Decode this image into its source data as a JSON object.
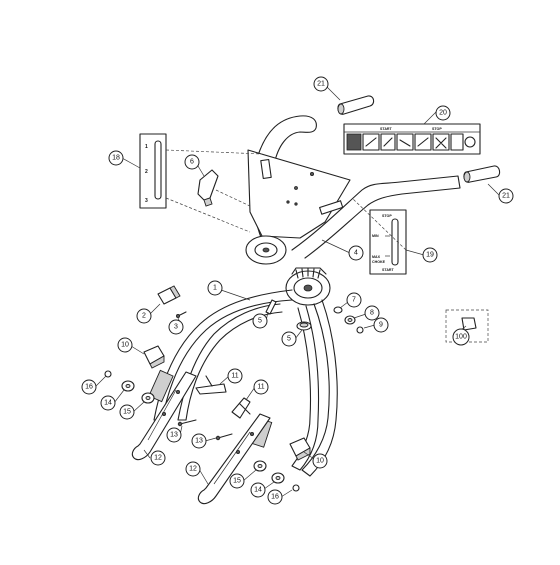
{
  "callouts": [
    {
      "id": "c-21a",
      "label": "21"
    },
    {
      "id": "c-20",
      "label": "20"
    },
    {
      "id": "c-18",
      "label": "18"
    },
    {
      "id": "c-6",
      "label": "6"
    },
    {
      "id": "c-21b",
      "label": "21"
    },
    {
      "id": "c-4",
      "label": "4"
    },
    {
      "id": "c-19",
      "label": "19"
    },
    {
      "id": "c-1",
      "label": "1"
    },
    {
      "id": "c-2",
      "label": "2"
    },
    {
      "id": "c-3",
      "label": "3"
    },
    {
      "id": "c-5a",
      "label": "5"
    },
    {
      "id": "c-5b",
      "label": "5"
    },
    {
      "id": "c-7",
      "label": "7"
    },
    {
      "id": "c-8",
      "label": "8"
    },
    {
      "id": "c-9",
      "label": "9"
    },
    {
      "id": "c-100",
      "label": "100"
    },
    {
      "id": "c-10a",
      "label": "10"
    },
    {
      "id": "c-16a",
      "label": "16"
    },
    {
      "id": "c-14a",
      "label": "14"
    },
    {
      "id": "c-15a",
      "label": "15"
    },
    {
      "id": "c-11a",
      "label": "11"
    },
    {
      "id": "c-11b",
      "label": "11"
    },
    {
      "id": "c-13a",
      "label": "13"
    },
    {
      "id": "c-12a",
      "label": "12"
    },
    {
      "id": "c-13b",
      "label": "13"
    },
    {
      "id": "c-12b",
      "label": "12"
    },
    {
      "id": "c-10b",
      "label": "10"
    },
    {
      "id": "c-15b",
      "label": "15"
    },
    {
      "id": "c-14b",
      "label": "14"
    },
    {
      "id": "c-16b",
      "label": "16"
    }
  ],
  "decal_20": {
    "start": "START",
    "stop": "STOP"
  },
  "decal_19": {
    "stop": "STOP",
    "min": "MIN",
    "max": "MAX",
    "choke": "CHOKE",
    "start": "START"
  },
  "decal_18": {
    "mark1": "1",
    "mark2": "2",
    "mark3": "3"
  }
}
